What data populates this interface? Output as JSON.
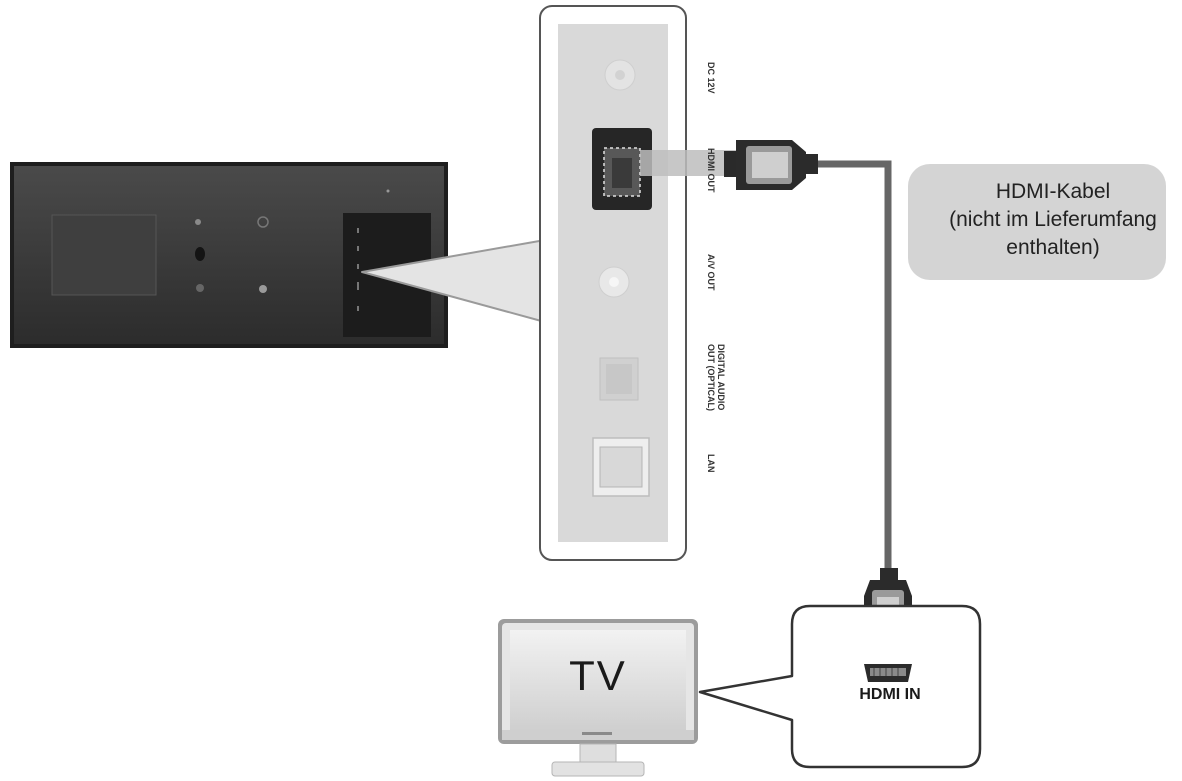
{
  "cable_callout": {
    "lines": [
      "HDMI-Kabel",
      "(nicht im Lieferumfang",
      "enthalten)"
    ]
  },
  "device_ports": {
    "dc": "DC 12V",
    "hdmi_out": "HDMI OUT",
    "av_out": "A/V OUT",
    "optical_line1": "DIGITAL AUDIO",
    "optical_line2": "OUT (OPTICAL)",
    "lan": "LAN"
  },
  "tv": {
    "label": "TV"
  },
  "hdmi_in": {
    "label": "HDMI IN"
  },
  "colors": {
    "cable": "#666666",
    "device_rear": "#3a3a3a",
    "panel_fill": "#d9d9d9",
    "callout_fill": "#d4d4d4"
  }
}
